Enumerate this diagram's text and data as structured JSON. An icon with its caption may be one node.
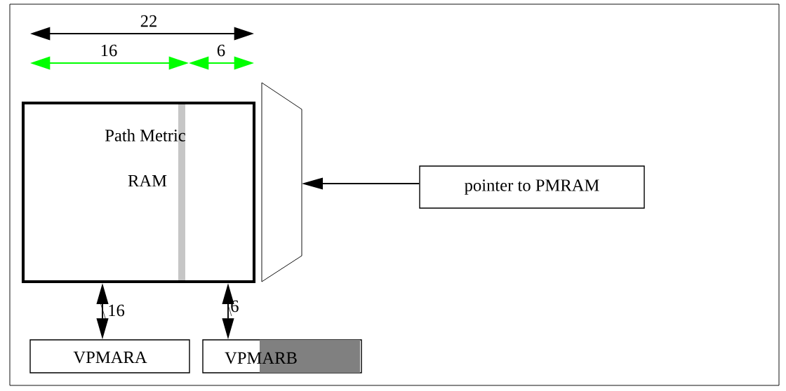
{
  "diagram": {
    "nodes": [
      {
        "text": [
          "Path Metric",
          "RAM"
        ]
      },
      {
        "text": [],
        "shape": "trapezoid"
      },
      {
        "text": [
          "pointer to PMRAM"
        ]
      },
      {
        "text": [
          "VPMARA"
        ]
      },
      {
        "text": [
          "VPMARB"
        ]
      }
    ],
    "edges": [
      {
        "from": 2,
        "to": 1,
        "arrow": "to"
      },
      {
        "from": 0,
        "to": 3,
        "arrow": "both",
        "label": "16"
      },
      {
        "from": 0,
        "to": 4,
        "arrow": "both",
        "label": "6"
      }
    ],
    "labels": [
      "22",
      "16",
      "6"
    ]
  }
}
